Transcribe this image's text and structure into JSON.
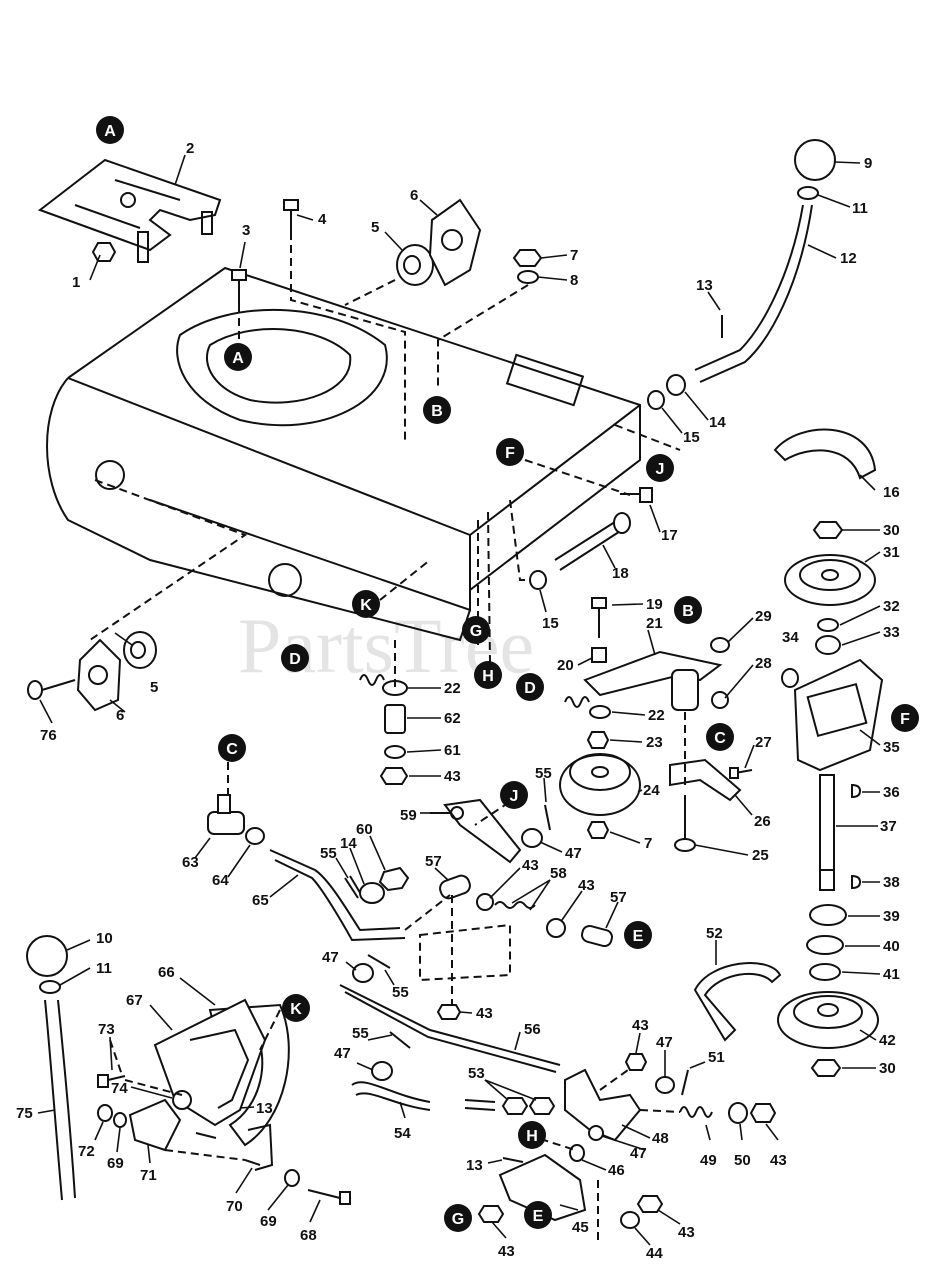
{
  "watermark": "PartsTree",
  "callouts": [
    {
      "n": "1"
    },
    {
      "n": "2"
    },
    {
      "n": "3"
    },
    {
      "n": "4"
    },
    {
      "n": "5"
    },
    {
      "n": "6"
    },
    {
      "n": "7"
    },
    {
      "n": "8"
    },
    {
      "n": "9"
    },
    {
      "n": "11"
    },
    {
      "n": "12"
    },
    {
      "n": "13"
    },
    {
      "n": "14"
    },
    {
      "n": "15"
    },
    {
      "n": "16"
    },
    {
      "n": "17"
    },
    {
      "n": "18"
    },
    {
      "n": "15"
    },
    {
      "n": "19"
    },
    {
      "n": "20"
    },
    {
      "n": "21"
    },
    {
      "n": "22"
    },
    {
      "n": "22"
    },
    {
      "n": "23"
    },
    {
      "n": "24"
    },
    {
      "n": "7"
    },
    {
      "n": "25"
    },
    {
      "n": "26"
    },
    {
      "n": "27"
    },
    {
      "n": "28"
    },
    {
      "n": "29"
    },
    {
      "n": "30"
    },
    {
      "n": "31"
    },
    {
      "n": "32"
    },
    {
      "n": "33"
    },
    {
      "n": "34"
    },
    {
      "n": "35"
    },
    {
      "n": "36"
    },
    {
      "n": "37"
    },
    {
      "n": "38"
    },
    {
      "n": "39"
    },
    {
      "n": "40"
    },
    {
      "n": "41"
    },
    {
      "n": "42"
    },
    {
      "n": "30"
    },
    {
      "n": "5"
    },
    {
      "n": "6"
    },
    {
      "n": "76"
    },
    {
      "n": "62"
    },
    {
      "n": "61"
    },
    {
      "n": "43"
    },
    {
      "n": "63"
    },
    {
      "n": "64"
    },
    {
      "n": "65"
    },
    {
      "n": "55"
    },
    {
      "n": "14"
    },
    {
      "n": "60"
    },
    {
      "n": "59"
    },
    {
      "n": "55"
    },
    {
      "n": "47"
    },
    {
      "n": "57"
    },
    {
      "n": "43"
    },
    {
      "n": "58"
    },
    {
      "n": "43"
    },
    {
      "n": "57"
    },
    {
      "n": "47"
    },
    {
      "n": "55"
    },
    {
      "n": "43"
    },
    {
      "n": "52"
    },
    {
      "n": "10"
    },
    {
      "n": "11"
    },
    {
      "n": "66"
    },
    {
      "n": "67"
    },
    {
      "n": "73"
    },
    {
      "n": "74"
    },
    {
      "n": "13"
    },
    {
      "n": "75"
    },
    {
      "n": "72"
    },
    {
      "n": "69"
    },
    {
      "n": "71"
    },
    {
      "n": "70"
    },
    {
      "n": "69"
    },
    {
      "n": "68"
    },
    {
      "n": "55"
    },
    {
      "n": "47"
    },
    {
      "n": "56"
    },
    {
      "n": "43"
    },
    {
      "n": "47"
    },
    {
      "n": "51"
    },
    {
      "n": "53"
    },
    {
      "n": "54"
    },
    {
      "n": "48"
    },
    {
      "n": "47"
    },
    {
      "n": "49"
    },
    {
      "n": "50"
    },
    {
      "n": "43"
    },
    {
      "n": "13"
    },
    {
      "n": "46"
    },
    {
      "n": "45"
    },
    {
      "n": "43"
    },
    {
      "n": "43"
    },
    {
      "n": "44"
    }
  ],
  "letters": [
    {
      "t": "A"
    },
    {
      "t": "A"
    },
    {
      "t": "B"
    },
    {
      "t": "F"
    },
    {
      "t": "J"
    },
    {
      "t": "K"
    },
    {
      "t": "G"
    },
    {
      "t": "H"
    },
    {
      "t": "B"
    },
    {
      "t": "D"
    },
    {
      "t": "D"
    },
    {
      "t": "C"
    },
    {
      "t": "F"
    },
    {
      "t": "C"
    },
    {
      "t": "J"
    },
    {
      "t": "E"
    },
    {
      "t": "K"
    },
    {
      "t": "H"
    },
    {
      "t": "G"
    },
    {
      "t": "E"
    }
  ]
}
